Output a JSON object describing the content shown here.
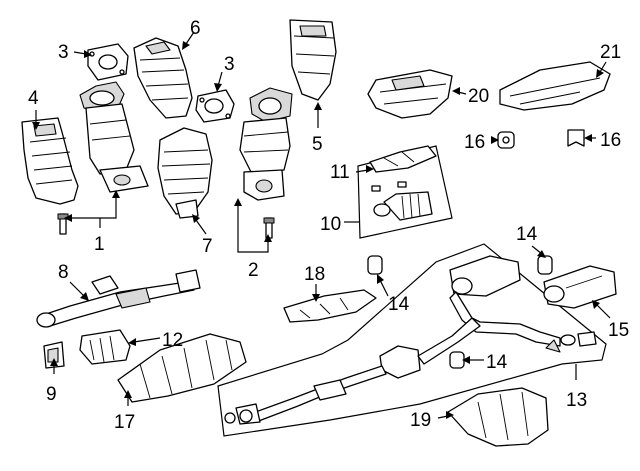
{
  "callouts": {
    "c1": "1",
    "c2": "2",
    "c3a": "3",
    "c3b": "3",
    "c4": "4",
    "c5": "5",
    "c6": "6",
    "c7": "7",
    "c8": "8",
    "c9": "9",
    "c10": "10",
    "c11": "11",
    "c12": "12",
    "c13": "13",
    "c14a": "14",
    "c14b": "14",
    "c14c": "14",
    "c15": "15",
    "c16a": "16",
    "c16b": "16",
    "c17": "17",
    "c18": "18",
    "c19": "19",
    "c20": "20",
    "c21": "21"
  }
}
